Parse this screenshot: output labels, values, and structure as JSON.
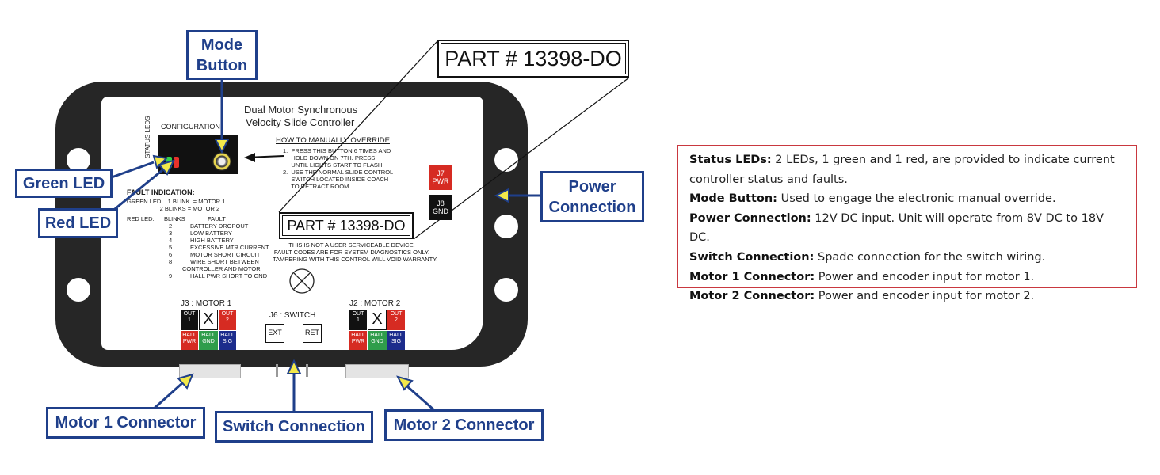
{
  "device": {
    "title_line1": "Dual Motor Synchronous",
    "title_line2": "Velocity Slide Controller",
    "configuration_label": "CONFIGURATION",
    "leds_label": "STATUS LEDS",
    "override_title": "HOW TO MANUALLY OVERRIDE",
    "override_steps": [
      "1.  PRESS THIS BUTTON 6 TIMES AND",
      "     HOLD DOWN ON 7TH. PRESS",
      "     UNTIL LIGHTS START TO FLASH",
      "2.  USE THE NORMAL SLIDE CONTROL",
      "     SWITCH LOCATED INSIDE COACH",
      "     TO RETRACT ROOM"
    ],
    "fault_title": "FAULT INDICATION:",
    "green_led_codes": [
      "GREEN LED:   1 BLINK  = MOTOR 1",
      "                    2 BLINKS = MOTOR 2"
    ],
    "red_led_header": "RED LED:",
    "blinks_header": "BLINKS",
    "fault_header": "FAULT",
    "faults": [
      {
        "n": "2",
        "text": "BATTERY DROPOUT"
      },
      {
        "n": "3",
        "text": "LOW BATTERY"
      },
      {
        "n": "4",
        "text": "HIGH BATTERY"
      },
      {
        "n": "5",
        "text": "EXCESSIVE MTR CURRENT"
      },
      {
        "n": "6",
        "text": "MOTOR SHORT CIRCUIT"
      },
      {
        "n": "8",
        "text": "WIRE SHORT BETWEEN"
      },
      {
        "n": "",
        "text": "CONTROLLER AND MOTOR"
      },
      {
        "n": "9",
        "text": "HALL PWR SHORT TO GND"
      }
    ],
    "part_number_small": "PART # 13398-DO",
    "part_number_large": "PART # 13398-DO",
    "warning": [
      "THIS IS NOT A USER SERVICEABLE DEVICE.",
      "FAULT CODES ARE FOR SYSTEM DIAGNOSTICS ONLY.",
      "TAMPERING WITH THIS CONTROL WILL VOID WARRANTY."
    ],
    "pwr_label": "J7\nPWR",
    "gnd_label": "J8\nGND",
    "j7": "J7",
    "pwr": "PWR",
    "j8": "J8",
    "gnd": "GND",
    "j3_label": "J3 : MOTOR 1",
    "j2_label": "J2 : MOTOR 2",
    "j6_label": "J6 : SWITCH",
    "ext": "EXT",
    "ret": "RET",
    "pins": {
      "out1_a": "OUT",
      "out1_b": "1",
      "x": "X",
      "out2_a": "OUT",
      "out2_b": "2",
      "hall": "HALL",
      "pwr": "PWR",
      "gnd": "GND",
      "sig": "SIG"
    },
    "colors": {
      "housing": "#262626",
      "led_green": "#33d04a",
      "led_red": "#e8322a",
      "pin_black": "#111111",
      "pin_red": "#d62b22",
      "pin_green": "#2f9d4b",
      "pin_blue": "#1c2c8c"
    }
  },
  "callouts": {
    "mode_button_1": "Mode",
    "mode_button_2": "Button",
    "green_led": "Green LED",
    "red_led": "Red LED",
    "power_1": "Power",
    "power_2": "Connection",
    "motor1": "Motor 1 Connector",
    "switch": "Switch Connection",
    "motor2": "Motor 2 Connector",
    "color": "#1f3f8a",
    "arrow_color": "#f2e84a"
  },
  "info": {
    "items": [
      {
        "term": "Status LEDs:",
        "desc": " 2 LEDs, 1 green and 1 red, are provided to indicate current controller status and faults."
      },
      {
        "term": "Mode Button:",
        "desc": " Used to engage the electronic manual override."
      },
      {
        "term": "Power Connection:",
        "desc": " 12V DC input. Unit will operate from 8V DC to 18V DC."
      },
      {
        "term": "Switch Connection:",
        "desc": " Spade connection for the switch wiring."
      },
      {
        "term": "Motor 1 Connector:",
        "desc": " Power and encoder input for motor 1."
      },
      {
        "term": "Motor 2 Connector:",
        "desc": " Power and encoder input for motor 2."
      }
    ],
    "border_color": "#c9383f"
  }
}
